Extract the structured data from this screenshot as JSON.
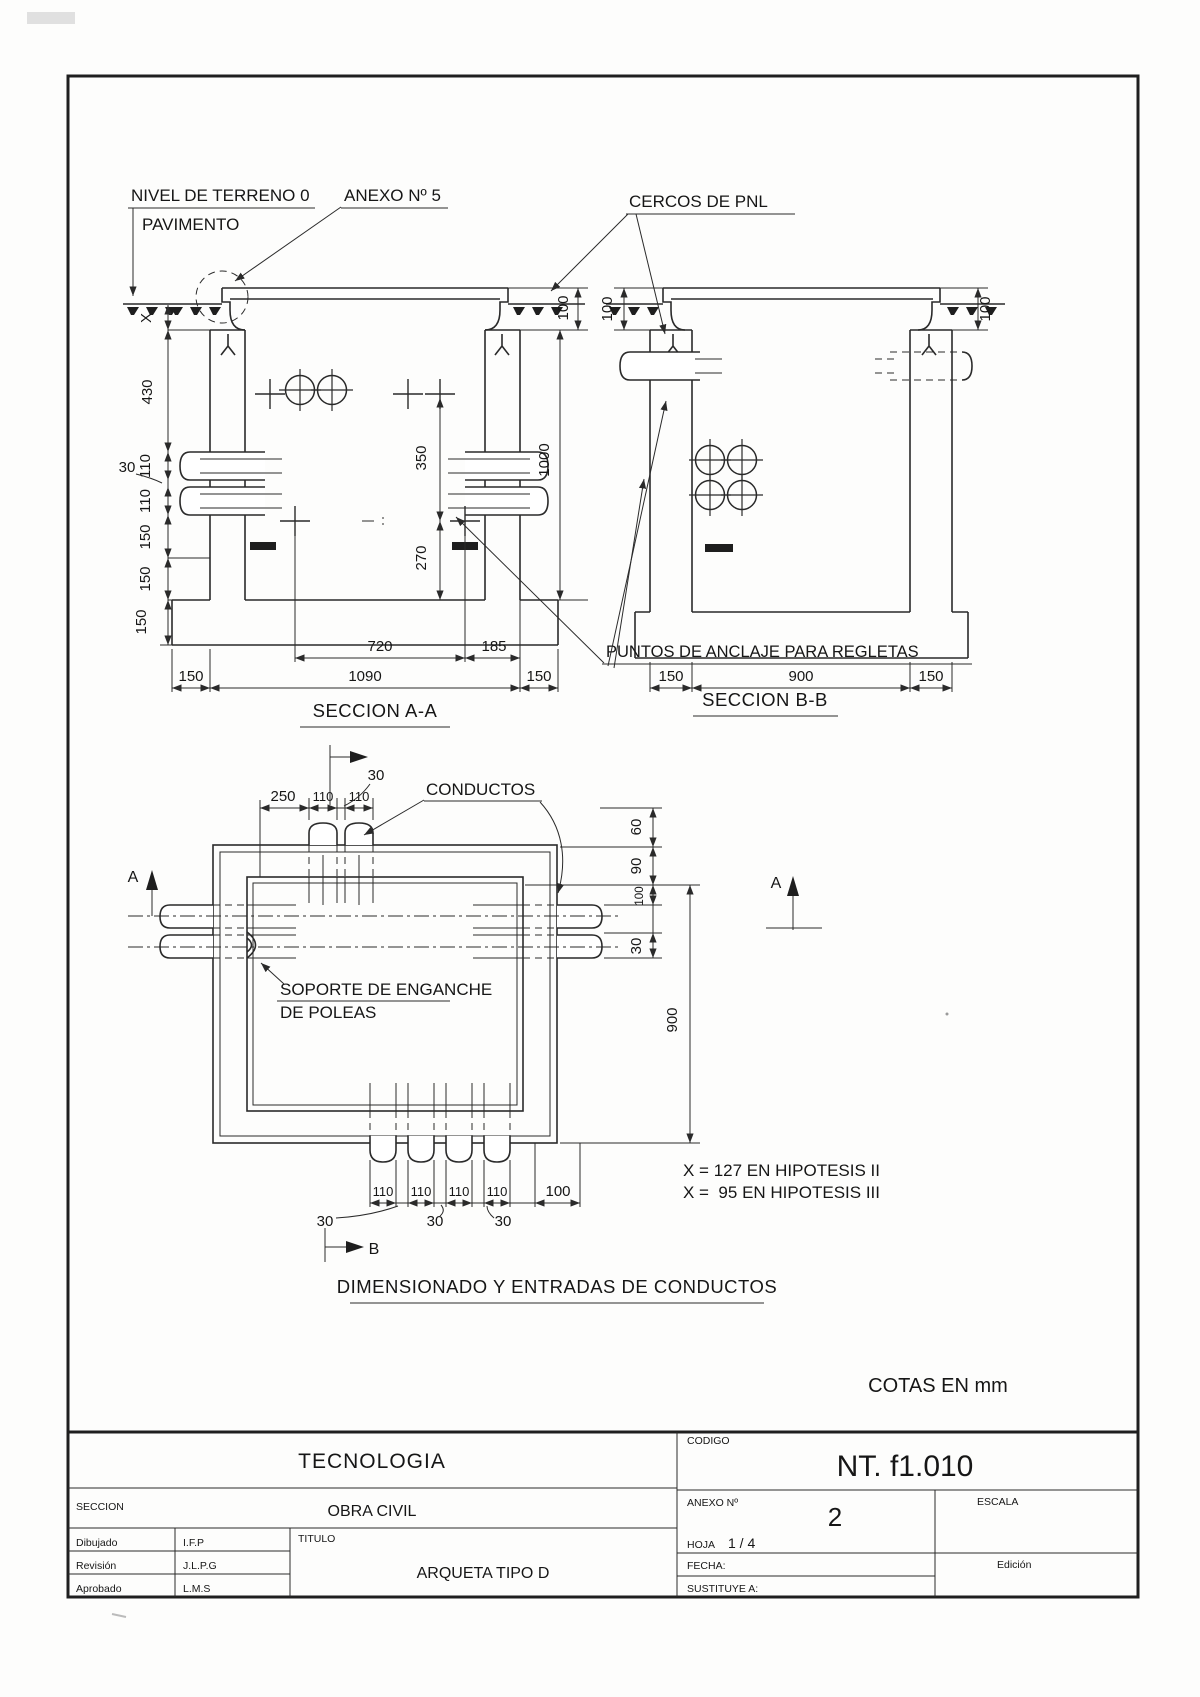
{
  "aa": {
    "title": "SECCION A-A",
    "nivel": "NIVEL DE TERRENO 0",
    "pavimento": "PAVIMENTO",
    "anexo": "ANEXO Nº 5",
    "dx": "X",
    "d430": "430",
    "d30": "30",
    "d110a": "110",
    "d110b": "110",
    "d150a": "150",
    "d150b": "150",
    "d150c": "150",
    "d350": "350",
    "d270": "270",
    "d1000": "1000",
    "d100": "100",
    "d720": "720",
    "d185": "185",
    "d1090": "1090",
    "d150l": "150",
    "d150r": "150"
  },
  "bb": {
    "title": "SECCION B-B",
    "cercos": "CERCOS DE PNL",
    "puntos": "PUNTOS DE ANCLAJE PARA REGLETAS",
    "d100l": "100",
    "d100r": "100",
    "d150l": "150",
    "d900": "900",
    "d150r": "150"
  },
  "plan": {
    "title": "DIMENSIONADO Y ENTRADAS DE CONDUCTOS",
    "conductos": "CONDUCTOS",
    "soporte1": "SOPORTE DE ENGANCHE",
    "soporte2": "DE POLEAS",
    "a_left": "A",
    "a_right": "A",
    "b_bottom": "B",
    "d250": "250",
    "d110t1": "110",
    "d110t2": "110",
    "d30t": "30",
    "d60": "60",
    "d90": "90",
    "d100r": "100",
    "d30r": "30",
    "d900": "900",
    "d110b1": "110",
    "d110b2": "110",
    "d110b3": "110",
    "d110b4": "110",
    "d100b": "100",
    "d30b1": "30",
    "d30b2": "30",
    "d30b3": "30",
    "hip1": "X = 127 EN HIPOTESIS II",
    "hip2": "X =  95 EN HIPOTESIS III"
  },
  "notes": {
    "cotas": "COTAS EN mm"
  },
  "tb": {
    "tecnologia": "TECNOLOGIA",
    "seccion": "SECCION",
    "obra": "OBRA CIVIL",
    "dibujado": "Dibujado",
    "dibujado_v": "I.F.P",
    "revision": "Revisión",
    "revision_v": "J.L.P.G",
    "aprobado": "Aprobado",
    "aprobado_v": "L.M.S",
    "titulo": "TITULO",
    "titulo_v": "ARQUETA TIPO D",
    "codigo": "CODIGO",
    "codigo_v": "NT. f1.010",
    "anexo": "ANEXO Nº",
    "anexo_v": "2",
    "hoja": "HOJA",
    "hoja_v": "1 / 4",
    "escala": "ESCALA",
    "fecha": "FECHA:",
    "edicion": "Edición",
    "sustituye": "SUSTITUYE A:"
  }
}
